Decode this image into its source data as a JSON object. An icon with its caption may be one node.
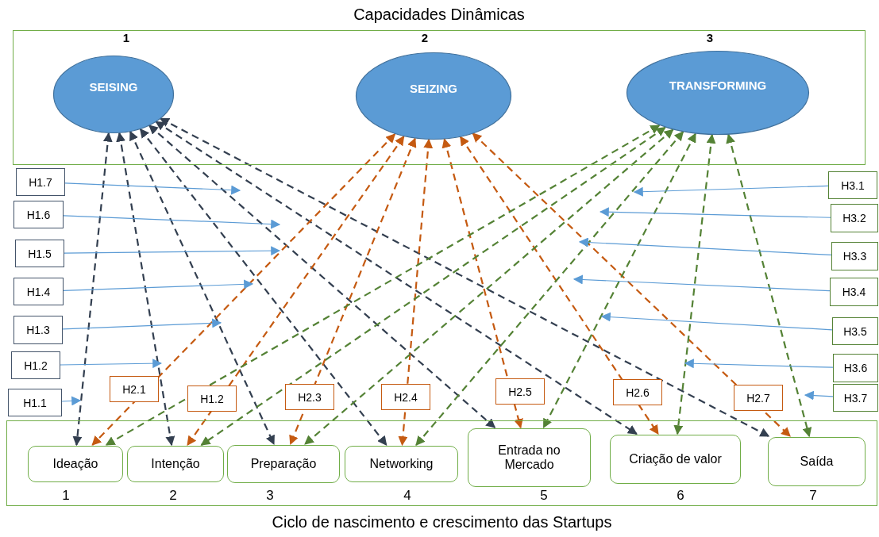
{
  "diagram": {
    "nodes": [
      {
        "text": [
          "Capacidades Dinâmicas"
        ]
      },
      {
        "text": [
          "SEISING"
        ],
        "in": 0,
        "beside": [
          "1"
        ]
      },
      {
        "text": [
          "SEIZING"
        ],
        "in": 0,
        "beside": [
          "2"
        ]
      },
      {
        "text": [
          "TRANSFORMING"
        ],
        "in": 0,
        "beside": [
          "3"
        ]
      },
      {
        "text": [
          "Ciclo de nascimento e crescimento das Startups"
        ]
      },
      {
        "text": [
          "Ideação"
        ],
        "in": 4,
        "beside": [
          "1"
        ]
      },
      {
        "text": [
          "Intenção"
        ],
        "in": 4,
        "beside": [
          "2"
        ]
      },
      {
        "text": [
          "Preparação"
        ],
        "in": 4,
        "beside": [
          "3"
        ]
      },
      {
        "text": [
          "Networking"
        ],
        "in": 4,
        "beside": [
          "4"
        ]
      },
      {
        "text": [
          "Entrada no Mercado"
        ],
        "in": 4,
        "beside": [
          "5"
        ]
      },
      {
        "text": [
          "Criação de valor"
        ],
        "in": 4,
        "beside": [
          "6"
        ]
      },
      {
        "text": [
          "Saída"
        ],
        "in": 4,
        "beside": [
          "7"
        ]
      },
      {
        "text": [
          "H1.7"
        ]
      },
      {
        "text": [
          "H1.6"
        ]
      },
      {
        "text": [
          "H1.5"
        ]
      },
      {
        "text": [
          "H1.4"
        ]
      },
      {
        "text": [
          "H1.3"
        ]
      },
      {
        "text": [
          "H1.2"
        ]
      },
      {
        "text": [
          "H1.1"
        ]
      },
      {
        "text": [
          "H3.1"
        ]
      },
      {
        "text": [
          "H3.2"
        ]
      },
      {
        "text": [
          "H3.3"
        ]
      },
      {
        "text": [
          "H3.4"
        ]
      },
      {
        "text": [
          "H3.5"
        ]
      },
      {
        "text": [
          "H3.6"
        ]
      },
      {
        "text": [
          "H3.7"
        ]
      }
    ],
    "edges": [
      {
        "from": 1,
        "to": 5,
        "arrow": "both",
        "style": "dashed",
        "color": "#333f50"
      },
      {
        "from": 1,
        "to": 6,
        "arrow": "both",
        "style": "dashed",
        "color": "#333f50"
      },
      {
        "from": 1,
        "to": 7,
        "arrow": "both",
        "style": "dashed",
        "color": "#333f50"
      },
      {
        "from": 1,
        "to": 8,
        "arrow": "both",
        "style": "dashed",
        "color": "#333f50"
      },
      {
        "from": 1,
        "to": 9,
        "arrow": "both",
        "style": "dashed",
        "color": "#333f50"
      },
      {
        "from": 1,
        "to": 10,
        "arrow": "both",
        "style": "dashed",
        "color": "#333f50"
      },
      {
        "from": 1,
        "to": 11,
        "arrow": "both",
        "style": "dashed",
        "color": "#333f50"
      },
      {
        "from": 2,
        "to": 5,
        "arrow": "both",
        "style": "dashed",
        "color": "#c55a11",
        "label": "H2.1"
      },
      {
        "from": 2,
        "to": 6,
        "arrow": "both",
        "style": "dashed",
        "color": "#c55a11",
        "label": "H1.2"
      },
      {
        "from": 2,
        "to": 7,
        "arrow": "both",
        "style": "dashed",
        "color": "#c55a11",
        "label": "H2.3"
      },
      {
        "from": 2,
        "to": 8,
        "arrow": "both",
        "style": "dashed",
        "color": "#c55a11",
        "label": "H2.4"
      },
      {
        "from": 2,
        "to": 9,
        "arrow": "both",
        "style": "dashed",
        "color": "#c55a11",
        "label": "H2.5"
      },
      {
        "from": 2,
        "to": 10,
        "arrow": "both",
        "style": "dashed",
        "color": "#c55a11",
        "label": "H2.6"
      },
      {
        "from": 2,
        "to": 11,
        "arrow": "both",
        "style": "dashed",
        "color": "#c55a11",
        "label": "H2.7"
      },
      {
        "from": 3,
        "to": 5,
        "arrow": "both",
        "style": "dashed",
        "color": "#548235"
      },
      {
        "from": 3,
        "to": 6,
        "arrow": "both",
        "style": "dashed",
        "color": "#548235"
      },
      {
        "from": 3,
        "to": 7,
        "arrow": "both",
        "style": "dashed",
        "color": "#548235"
      },
      {
        "from": 3,
        "to": 8,
        "arrow": "both",
        "style": "dashed",
        "color": "#548235"
      },
      {
        "from": 3,
        "to": 9,
        "arrow": "both",
        "style": "dashed",
        "color": "#548235"
      },
      {
        "from": 3,
        "to": 10,
        "arrow": "both",
        "style": "dashed",
        "color": "#548235"
      },
      {
        "from": 3,
        "to": 11,
        "arrow": "both",
        "style": "dashed",
        "color": "#548235"
      },
      {
        "from": 12,
        "to": null,
        "arrow": "to",
        "color": "#5b9bd5"
      },
      {
        "from": 13,
        "to": null,
        "arrow": "to",
        "color": "#5b9bd5"
      },
      {
        "from": 14,
        "to": null,
        "arrow": "to",
        "color": "#5b9bd5"
      },
      {
        "from": 15,
        "to": null,
        "arrow": "to",
        "color": "#5b9bd5"
      },
      {
        "from": 16,
        "to": null,
        "arrow": "to",
        "color": "#5b9bd5"
      },
      {
        "from": 17,
        "to": null,
        "arrow": "to",
        "color": "#5b9bd5"
      },
      {
        "from": 18,
        "to": null,
        "arrow": "to",
        "color": "#5b9bd5"
      },
      {
        "from": 19,
        "to": null,
        "arrow": "to",
        "color": "#5b9bd5"
      },
      {
        "from": 20,
        "to": null,
        "arrow": "to",
        "color": "#5b9bd5"
      },
      {
        "from": 21,
        "to": null,
        "arrow": "to",
        "color": "#5b9bd5"
      },
      {
        "from": 22,
        "to": null,
        "arrow": "to",
        "color": "#5b9bd5"
      },
      {
        "from": 23,
        "to": null,
        "arrow": "to",
        "color": "#5b9bd5"
      },
      {
        "from": 24,
        "to": null,
        "arrow": "to",
        "color": "#5b9bd5"
      },
      {
        "from": 25,
        "to": null,
        "arrow": "to",
        "color": "#5b9bd5"
      }
    ]
  }
}
